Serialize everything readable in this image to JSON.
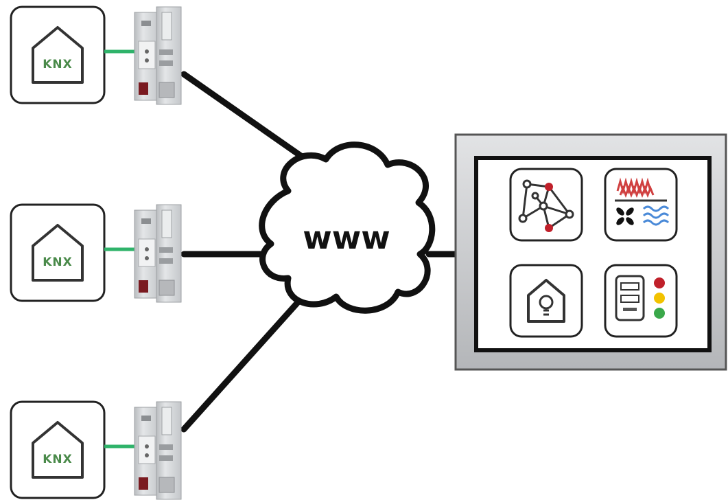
{
  "cloud": {
    "label": "www"
  },
  "sites": [
    {
      "logo_text": "KNX"
    },
    {
      "logo_text": "KNX"
    },
    {
      "logo_text": "KNX"
    }
  ],
  "colors": {
    "link_line": "#111111",
    "bus_connector": "#2fb36a",
    "knx_green": "#4a8a4a",
    "device_body": "#d4d6d8",
    "led_red": "#c0202a",
    "led_yellow": "#f2c200",
    "led_green": "#3aa84a",
    "heating_red": "#d04040",
    "water_blue": "#4a8ad8"
  },
  "server_panel": {
    "apps": [
      {
        "icon": "network-graph-icon"
      },
      {
        "icon": "heating-ventilation-icon"
      },
      {
        "icon": "smart-home-bulb-icon"
      },
      {
        "icon": "status-traffic-light-icon"
      }
    ]
  }
}
